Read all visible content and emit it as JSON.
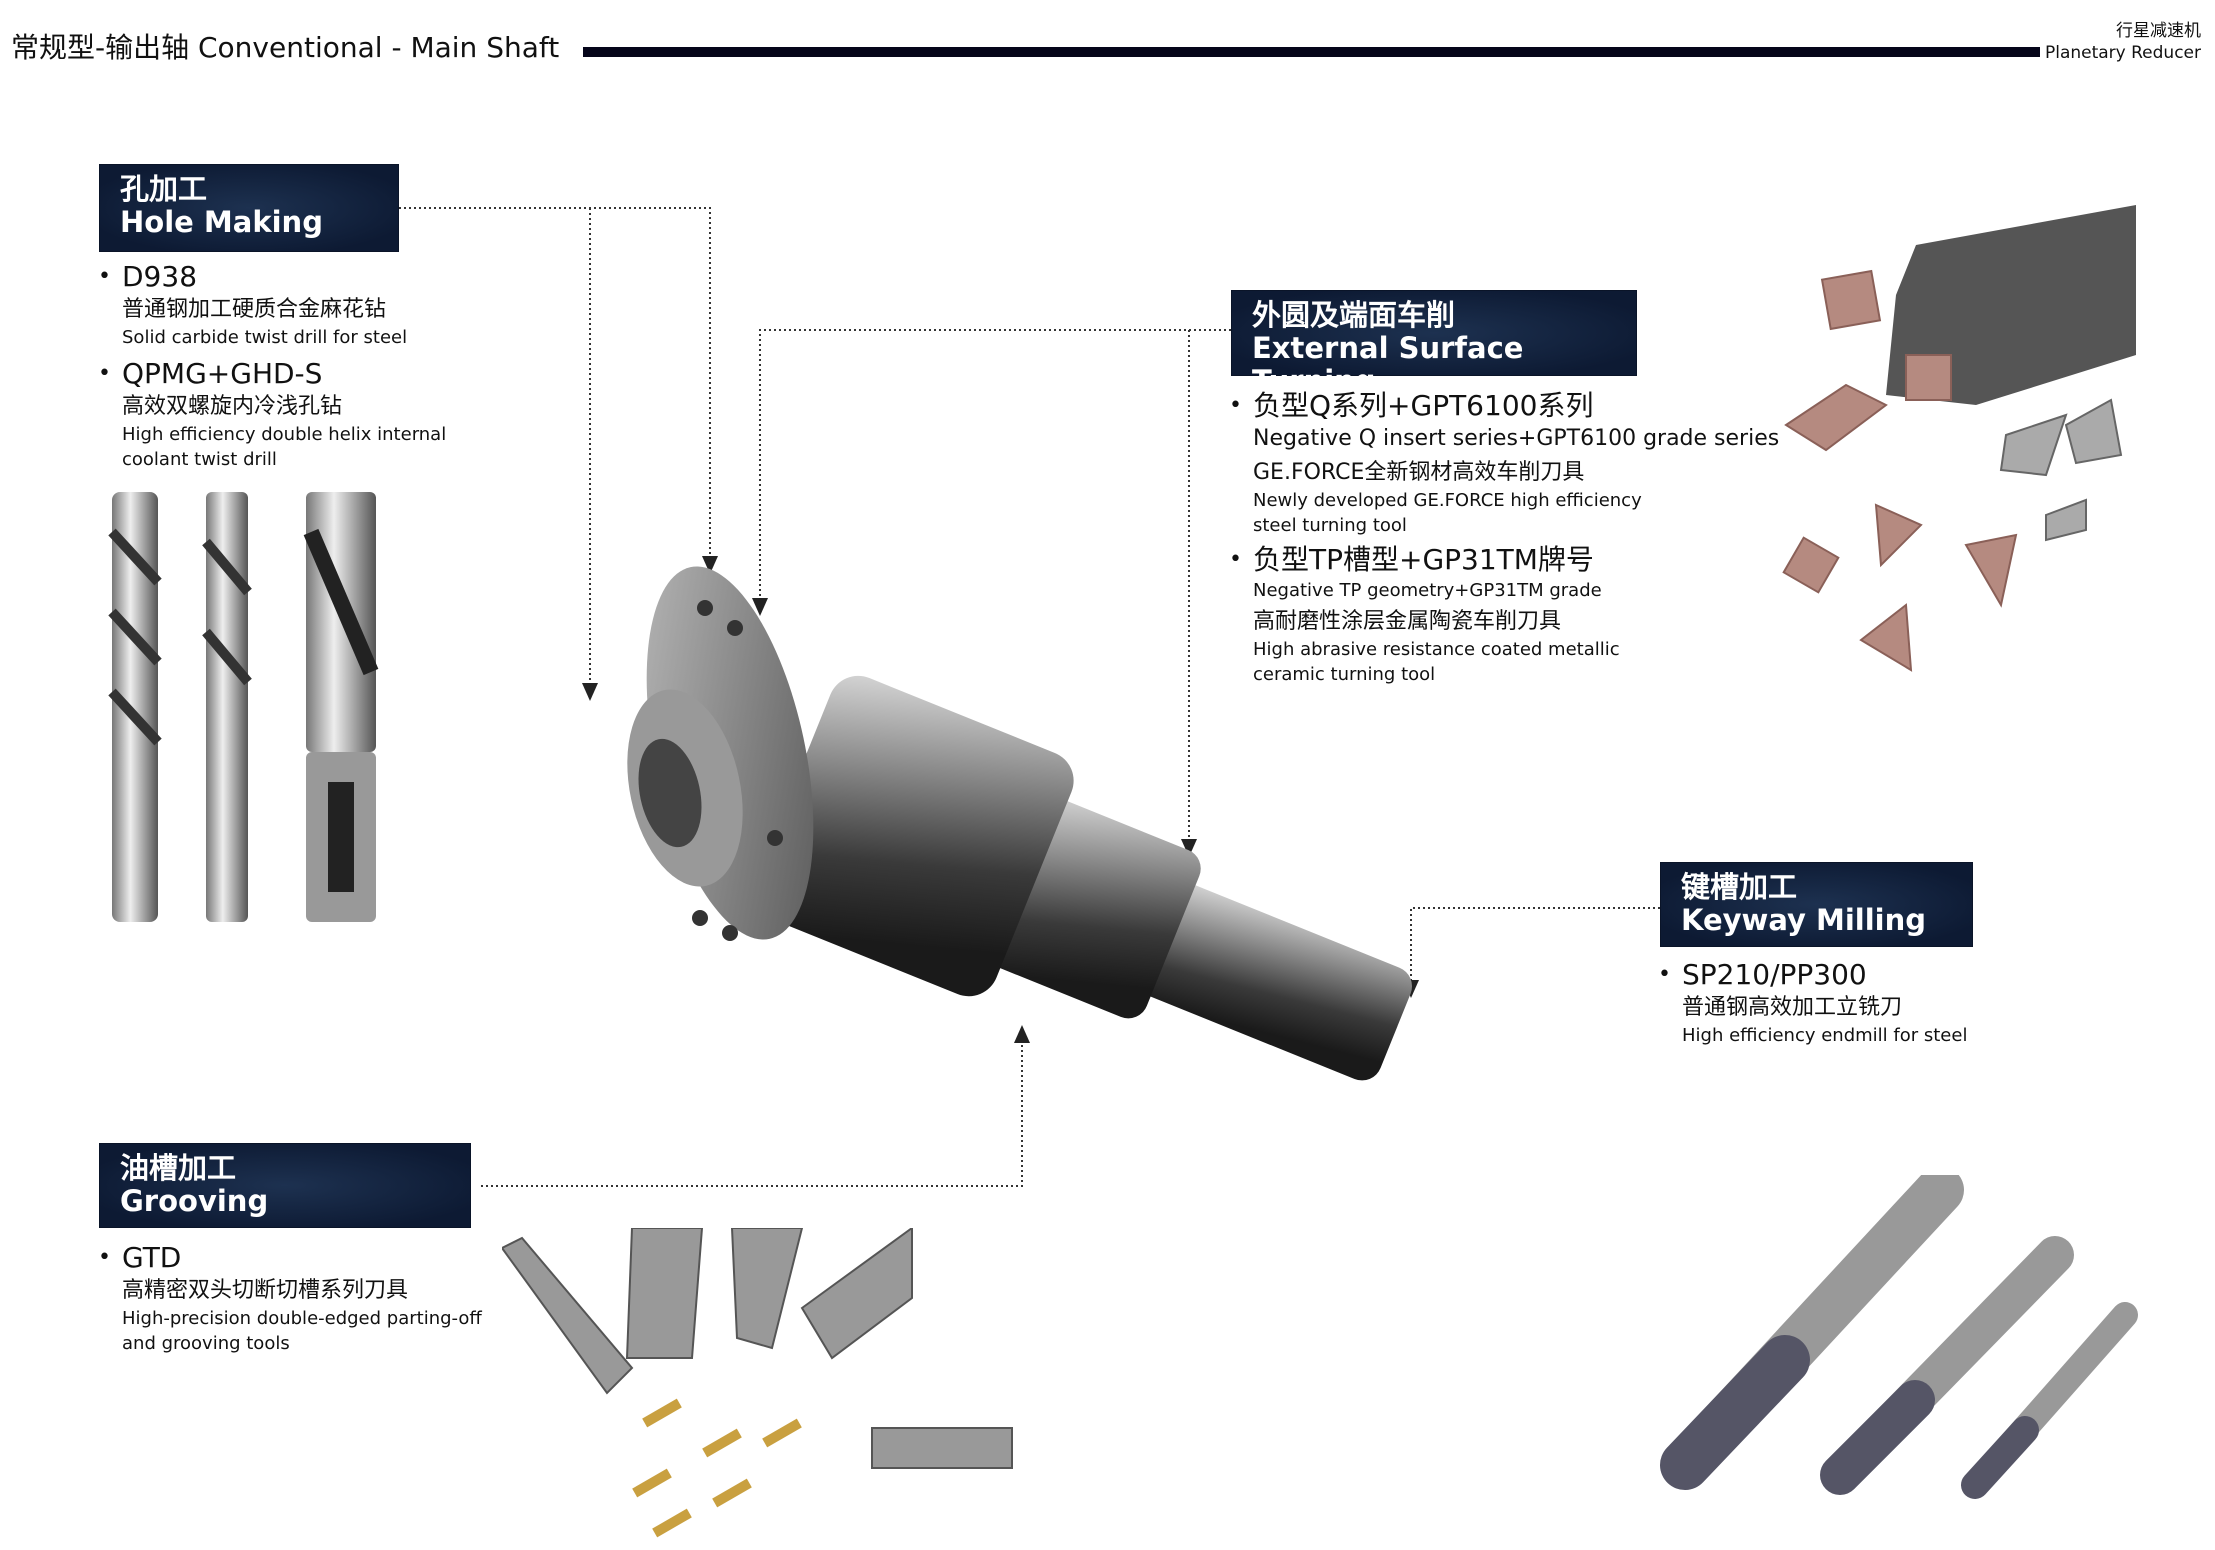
{
  "header": {
    "title": "常规型-输出轴  Conventional - Main Shaft",
    "category_zh": "行星减速机",
    "category_en": "Planetary Reducer"
  },
  "sections": {
    "hole": {
      "zh": "孔加工",
      "en": "Hole Making",
      "items": [
        {
          "name": "D938",
          "zh": "普通钢加工硬质合金麻花钻",
          "en": "Solid carbide twist drill for steel"
        },
        {
          "name": "QPMG+GHD-S",
          "zh": "高效双螺旋内冷浅孔钻",
          "en1": "High efficiency double helix internal",
          "en2": "coolant twist drill"
        }
      ]
    },
    "turning": {
      "zh": "外圆及端面车削",
      "en": "External Surface Turning",
      "items": [
        {
          "name": "负型Q系列+GPT6100系列",
          "en": "Negative Q insert series+GPT6100 grade series",
          "zh": "GE.FORCE全新钢材高效车削刀具",
          "en1": "Newly developed GE.FORCE high efficiency",
          "en2": "steel turning tool"
        },
        {
          "name": "负型TP槽型+GP31TM牌号",
          "en": "Negative TP geometry+GP31TM grade",
          "zh": "高耐磨性涂层金属陶瓷车削刀具",
          "en1": "High abrasive resistance coated metallic",
          "en2": "ceramic turning tool"
        }
      ]
    },
    "keyway": {
      "zh": "键槽加工",
      "en": "Keyway Milling",
      "items": [
        {
          "name": "SP210/PP300",
          "zh": "普通钢高效加工立铣刀",
          "en": "High efficiency endmill for steel"
        }
      ]
    },
    "grooving": {
      "zh": "油槽加工",
      "en": "Grooving",
      "items": [
        {
          "name": "GTD",
          "zh": "高精密双头切断切槽系列刀具",
          "en1": "High-precision double-edged parting-off",
          "en2": "and grooving tools"
        }
      ]
    }
  },
  "colors": {
    "header_box": "#0d1a33",
    "insert": "#b58a80"
  }
}
